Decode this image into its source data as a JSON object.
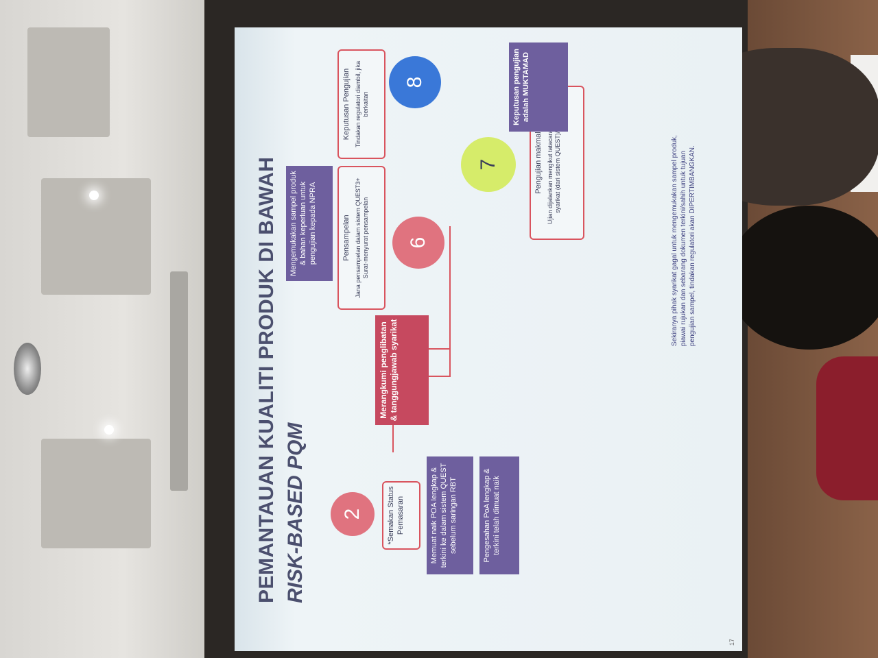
{
  "slide": {
    "title_line1": "PEMANTAUAN KUALITI PRODUK DI BAWAH",
    "title_line2": "RISK-BASED PQM",
    "page_number": "17",
    "steps": {
      "step2": {
        "number": "2",
        "label": "*Semakan Status Pemasaran"
      },
      "step6": {
        "number": "6"
      },
      "step7": {
        "number": "7"
      },
      "step8": {
        "number": "8"
      }
    },
    "boxes": {
      "poa": "Memuat naik POA lengkap & terkini ke dalam sistem QUEST sebelum saringan RBT",
      "pengesahan": "Pengesahan PoA lengkap & terkini telah dimuat naik",
      "merangkumi": "Merangkumi penglibatan & tanggungjawab syarikat",
      "mengemukakan": "Mengemukakan sampel produk & bahan keperluan untuk pengujian kepada NPRA",
      "pensampelan_title": "Pensampelan",
      "pensampelan_desc": "Jana pensampelan dalam sistem QUEST3+ Surat-menyurat pensampelan",
      "keputusan_title": "Keputusan Pengujian",
      "keputusan_desc": "Tindakan regulatori diambil, jika berkaitan",
      "pengujian_title": "Pengujian makmal",
      "pengujian_desc": "Ujian dijalankan mengikut tatacara pengujian syarikat (dari sistem QUEST)/ NPRA",
      "muktamad": "Keputusan pengujian adalah MUKTAMAD"
    },
    "footer": "Sekiranya pihak syarikat gagal untuk mengemukakan sampel produk, piawai rujukan dan sebarang dokumen terkini/sahih untuk tujuan pengujian sampel, tindakan regulatori akan DIPERTIMBANGKAN.",
    "colors": {
      "title": "#4b4f6e",
      "circle_pink": "#e0737f",
      "circle_green": "#d6ec6a",
      "circle_blue": "#3a78d8",
      "purple": "#6e5f9e",
      "crimson": "#c6495f"
    }
  }
}
